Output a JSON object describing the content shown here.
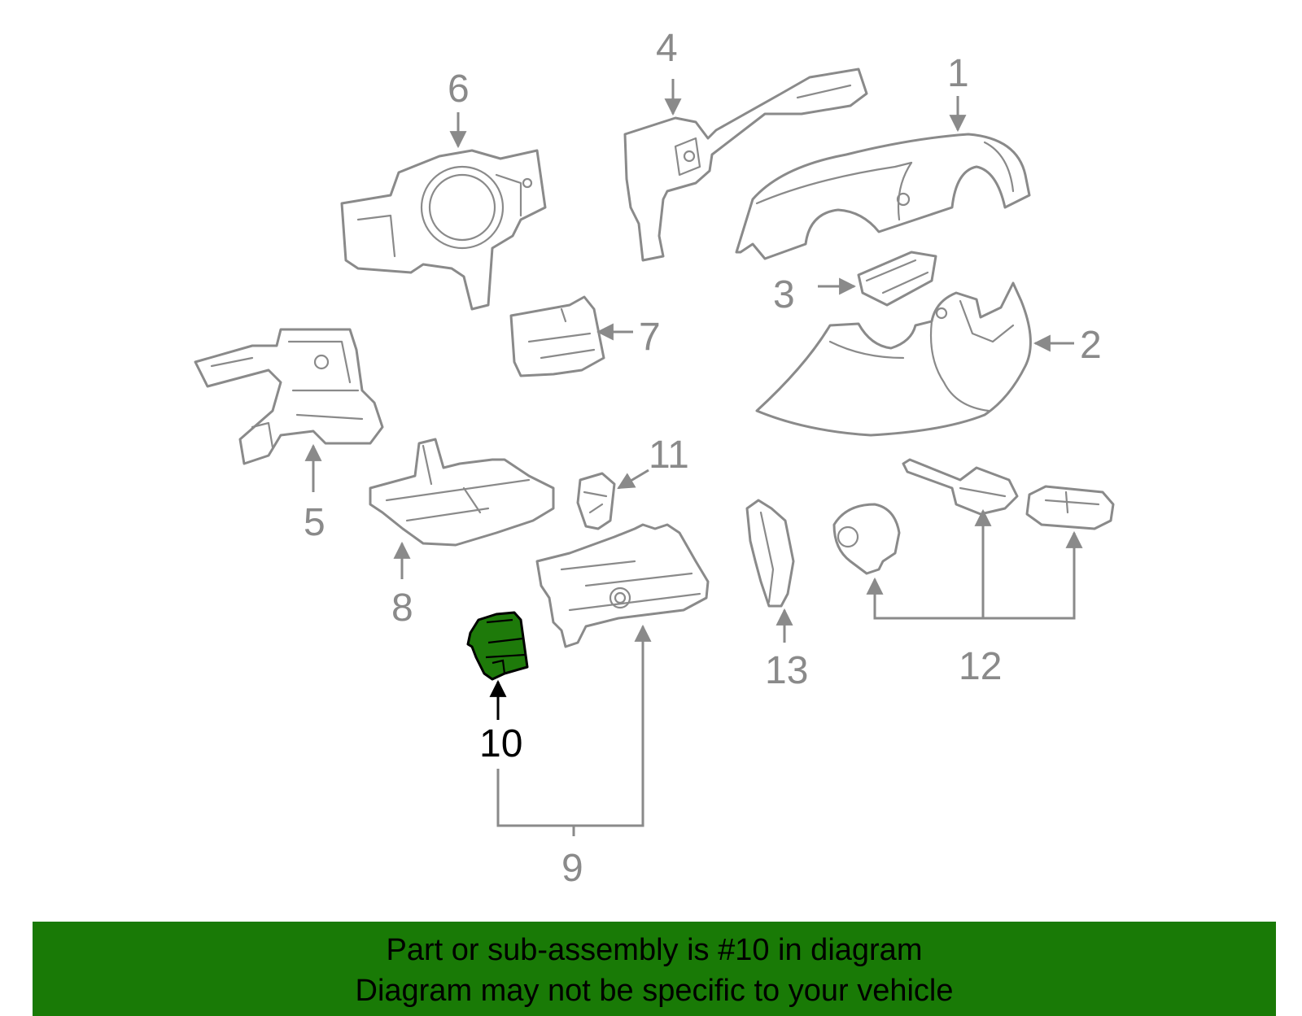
{
  "callouts": {
    "n1": "1",
    "n2": "2",
    "n3": "3",
    "n4": "4",
    "n5": "5",
    "n6": "6",
    "n7": "7",
    "n8": "8",
    "n9": "9",
    "n10": "10",
    "n11": "11",
    "n12": "12",
    "n13": "13"
  },
  "highlighted_part": "10",
  "colors": {
    "highlight": "#1e7a0a",
    "banner": "#197a06",
    "linework": "#8a8a8a"
  },
  "footer": {
    "line1": "Part or sub-assembly is #10 in diagram",
    "line2": "Diagram may not be specific to your vehicle"
  }
}
